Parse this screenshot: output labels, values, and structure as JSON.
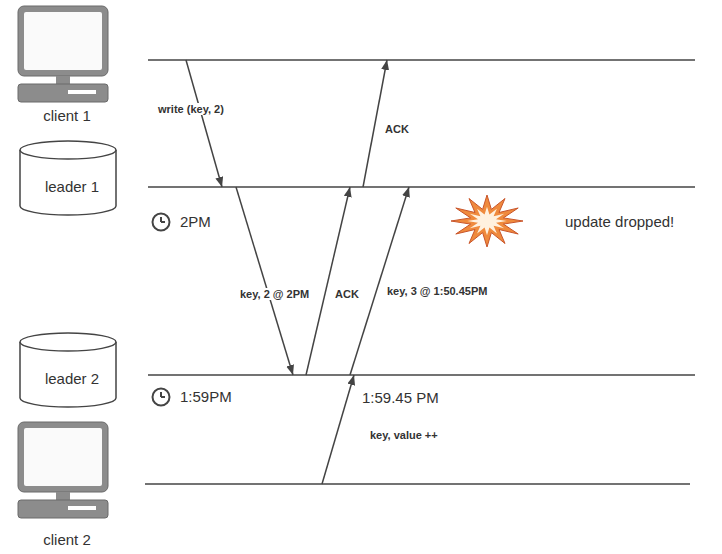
{
  "diagram": {
    "nodes": [
      {
        "text": [
          "client 1"
        ]
      },
      {
        "text": [
          "leader 1"
        ]
      },
      {
        "text": [
          "leader 2"
        ]
      },
      {
        "text": [
          "client 2"
        ]
      }
    ],
    "edges": [
      {
        "from": 0,
        "to": 1,
        "arrow": "to",
        "label": "write (key, 2)"
      },
      {
        "from": 1,
        "to": 0,
        "arrow": "to",
        "label": "ACK"
      },
      {
        "from": 1,
        "to": 2,
        "arrow": "to",
        "label": "key, 2 @ 2PM"
      },
      {
        "from": 2,
        "to": 1,
        "arrow": "to",
        "label": "ACK"
      },
      {
        "from": 2,
        "to": 1,
        "arrow": "to",
        "label": "key, 3 @ 1:50.45PM"
      },
      {
        "from": 3,
        "to": 2,
        "arrow": "to",
        "label": "key, value ++"
      }
    ],
    "labels": [
      "2PM",
      "1:59PM",
      "1:59.45 PM",
      "update dropped!"
    ]
  }
}
